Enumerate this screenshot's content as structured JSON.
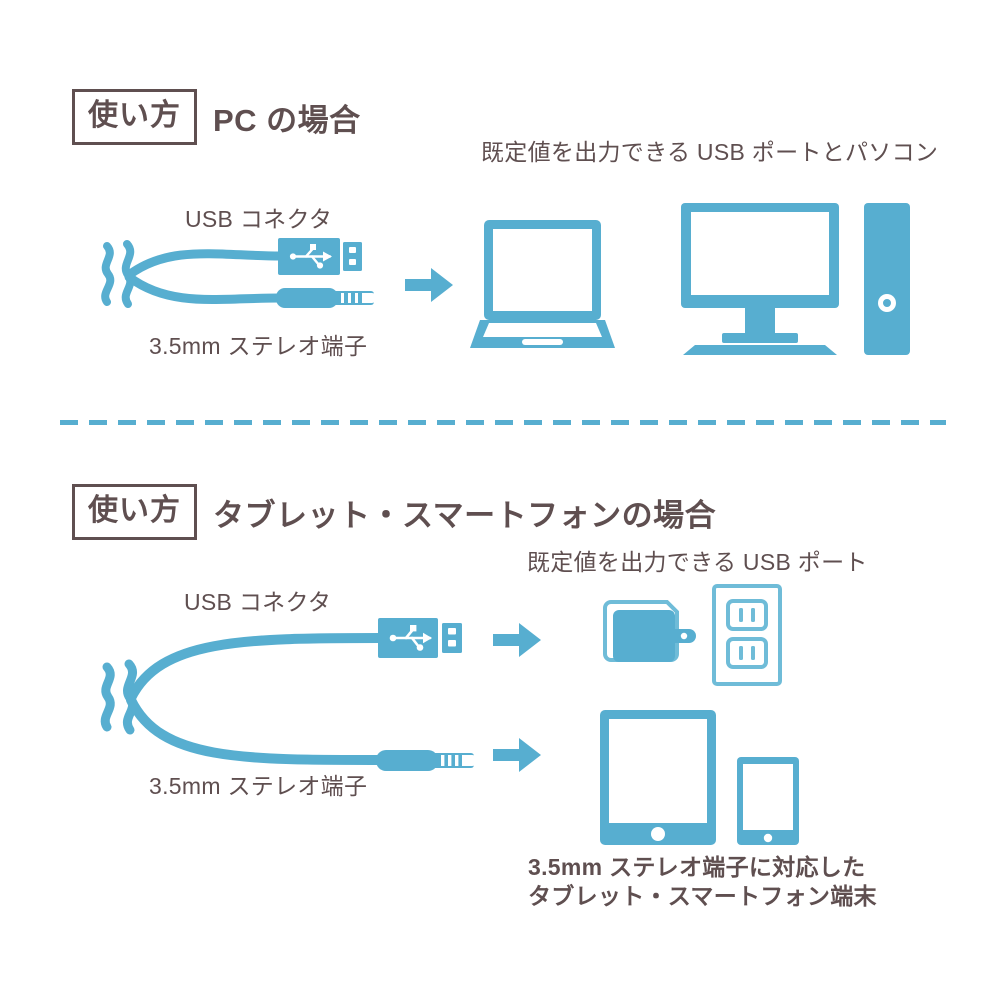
{
  "theme": {
    "accent": "#57aed0",
    "accent_light": "#6fbcd8",
    "text": "#5f4f50",
    "background": "#ffffff"
  },
  "sections": [
    {
      "badge": "使い方",
      "title": "PC の場合",
      "target_caption": "既定値を出力できる USB ポートとパソコン",
      "cable": {
        "usb_label": "USB コネクタ",
        "jack_label": "3.5mm ステレオ端子"
      },
      "devices": [
        "laptop",
        "monitor",
        "desktop-tower"
      ]
    },
    {
      "badge": "使い方",
      "title": "タブレット・スマートフォンの場合",
      "target_caption": "既定値を出力できる USB ポート",
      "cable": {
        "usb_label": "USB コネクタ",
        "jack_label": "3.5mm ステレオ端子"
      },
      "devices": [
        "ac-adapter",
        "wall-outlet",
        "tablet",
        "smartphone"
      ],
      "bottom_caption_line1": "3.5mm ステレオ端子に対応した",
      "bottom_caption_line2": "タブレット・スマートフォン端末"
    }
  ],
  "icons": {
    "usb_trident": "usb-icon",
    "arrow": "arrow-right-icon",
    "cable_break": "cable-break-squiggle-icon",
    "home_button": "home-button-icon",
    "power_button": "power-button-icon"
  }
}
